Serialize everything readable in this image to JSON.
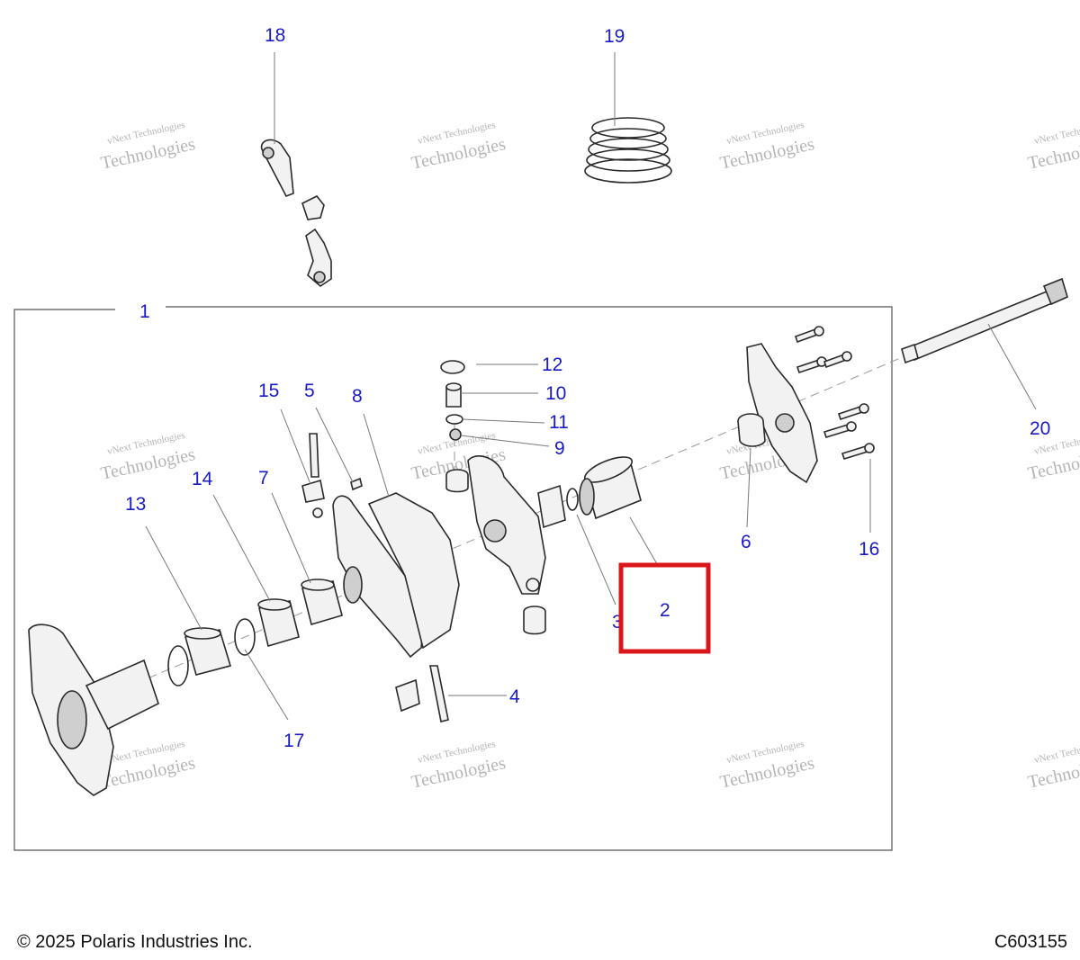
{
  "callouts": {
    "c1": "1",
    "c2": "2",
    "c3": "3",
    "c4": "4",
    "c5": "5",
    "c6": "6",
    "c7": "7",
    "c8": "8",
    "c9": "9",
    "c10": "10",
    "c11": "11",
    "c12": "12",
    "c13": "13",
    "c14": "14",
    "c15": "15",
    "c16": "16",
    "c17": "17",
    "c18": "18",
    "c19": "19",
    "c20": "20"
  },
  "watermark": {
    "line1": "vNext Technologies",
    "line2": "Technologies"
  },
  "highlight": {
    "target": "2",
    "color": "#d9161c"
  },
  "footer": {
    "copyright": "© 2025 Polaris Industries Inc.",
    "code": "C603155"
  },
  "colors": {
    "callout": "#1a1ac8",
    "frame": "#555555"
  }
}
